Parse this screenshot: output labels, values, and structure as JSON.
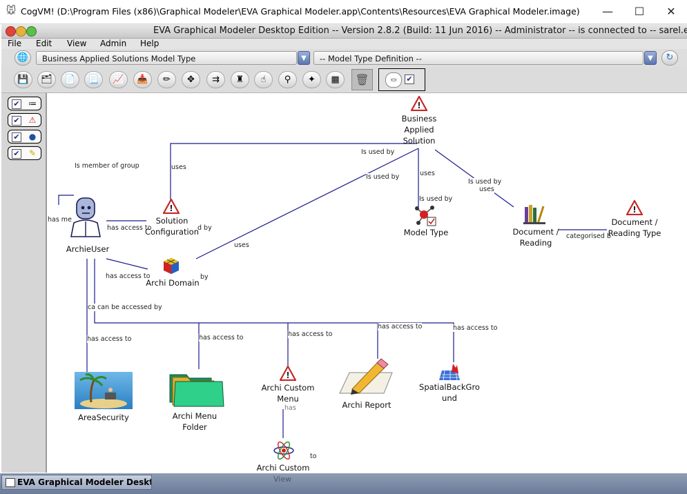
{
  "window": {
    "title": "CogVM! (D:\\Program Files (x86)\\Graphical Modeler\\EVA Graphical Modeler.app\\Contents\\Resources\\EVA Graphical Modeler.image)",
    "minimize": "—",
    "maximize": "☐",
    "close": "✕"
  },
  "app": {
    "title": "EVA Graphical Modeler Desktop Edition -- Version 2.8.2 (Build: 11 Jun 2016) -- Administrator -- is connected to -- sarel.evasaas"
  },
  "menu": [
    "File",
    "Edit",
    "View",
    "Admin",
    "Help"
  ],
  "selectors": {
    "model_type": "Business Applied Solutions Model Type",
    "definition": "-- Model Type Definition --"
  },
  "colors": {
    "edge": "#1a1a8c",
    "accent": "#c62828",
    "panel": "#d6d6d6"
  },
  "nodes": {
    "bas": "Business\nApplied\nSolution",
    "archie_user": "ArchieUser",
    "solution_config": "Solution\nConfiguration",
    "model_type": "Model Type",
    "doc_reading": "Document /\nReading",
    "doc_reading_type": "Document /\nReading Type",
    "archi_domain": "Archi Domain",
    "area_security": "AreaSecurity",
    "archi_menu_folder": "Archi Menu\nFolder",
    "archi_custom_menu": "Archi Custom\nMenu",
    "archi_report": "Archi Report",
    "spatial_bg": "SpatialBackGro\nund",
    "archi_custom_view": "Archi Custom"
  },
  "edge_labels": {
    "is_member_of_group": "Is member of group",
    "uses_1": "uses",
    "is_used_by_1": "Is used by",
    "is_used_by_2": "Is used by",
    "uses_2": "uses",
    "is_used_by_3": "Is used by",
    "is_used_by_4": "Is used by",
    "uses_3": "uses",
    "has_me": "has me",
    "has_access_to_1": "has access to",
    "d_by": "d by",
    "uses_4": "uses",
    "has_access_to_2": "has access to",
    "by": "by",
    "can_be_accessed_by": "ca can be accessed by",
    "has_access_to_3": "has access to",
    "has_access_to_4": "has access to",
    "has_access_to_5": "has access to",
    "has_access_to_6": "has access to",
    "has_access_to_7": "has access to",
    "categorised": "categorised b",
    "has": "has",
    "to": "to"
  },
  "taskbar": {
    "item": "EVA Graphical Modeler Deskt...",
    "view_hint": "View"
  }
}
